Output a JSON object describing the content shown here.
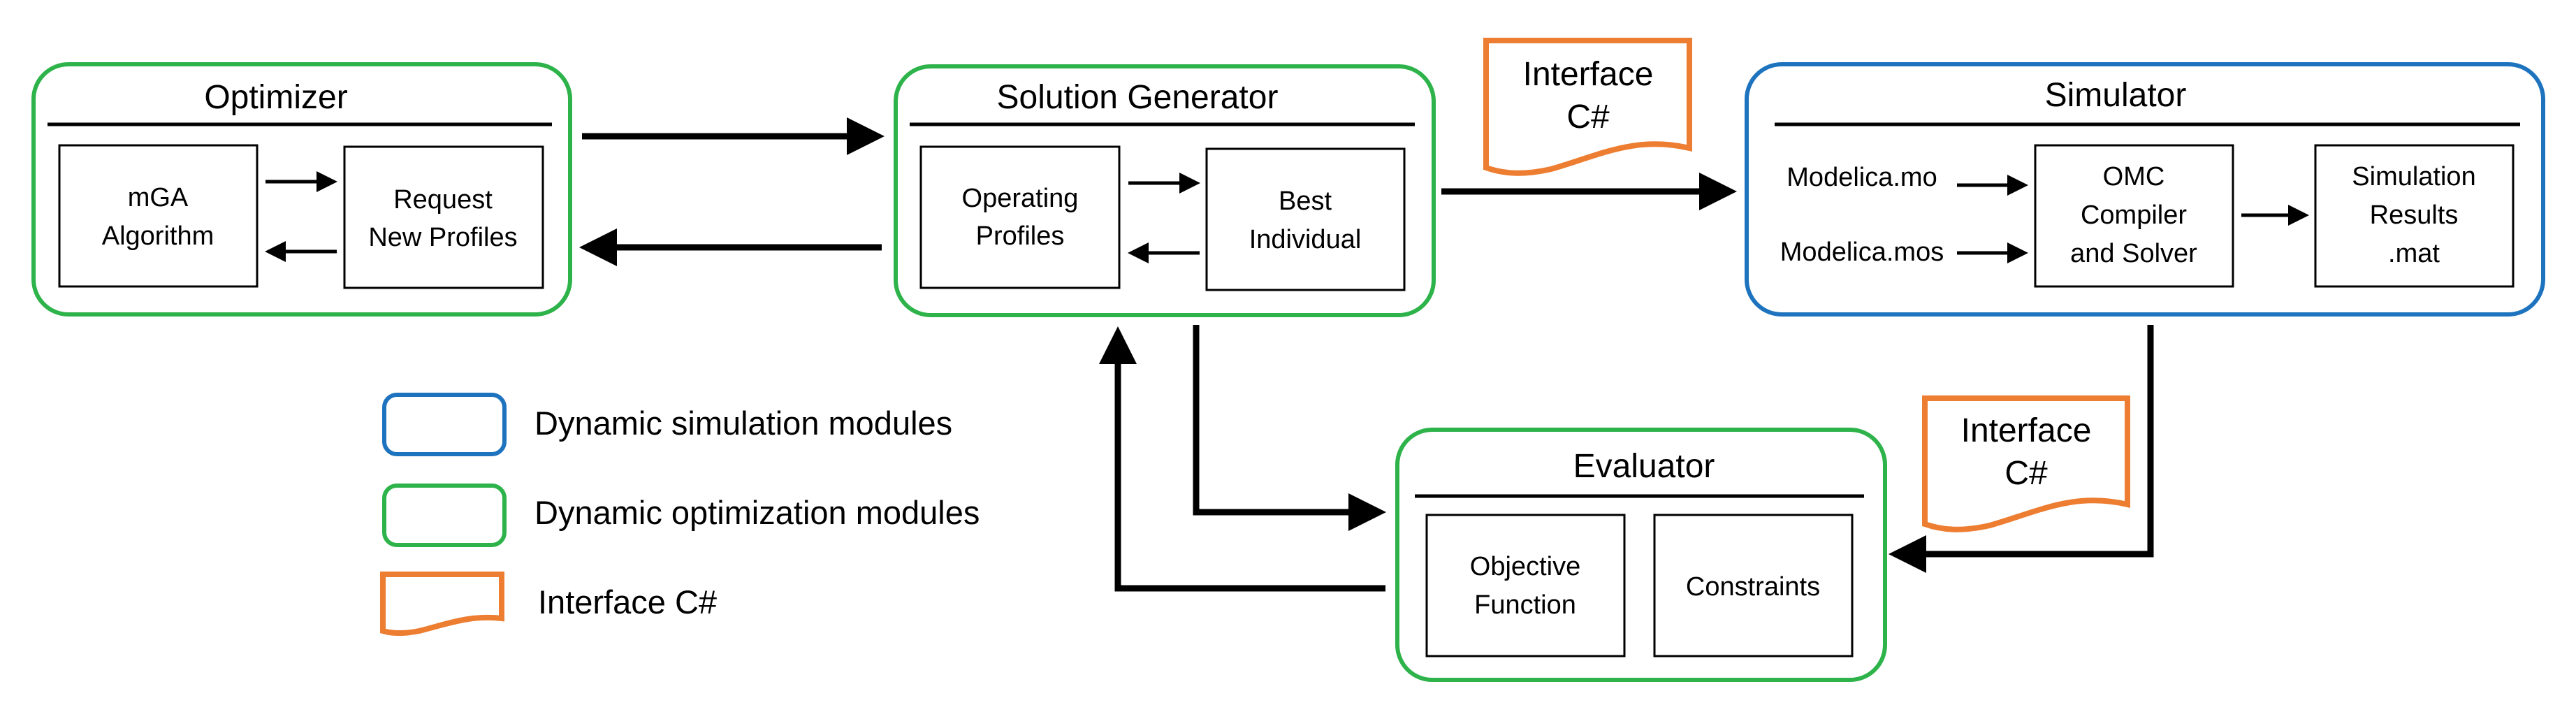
{
  "colors": {
    "simulation_module": "#1e73be",
    "optimization_module": "#2db34a",
    "interface": "#ed7d31",
    "arrow": "#000000"
  },
  "optimizer": {
    "title": "Optimizer",
    "mga_line1": "mGA",
    "mga_line2": "Algorithm",
    "request_line1": "Request",
    "request_line2": "New Profiles"
  },
  "solution_generator": {
    "title": "Solution Generator",
    "operating_line1": "Operating",
    "operating_line2": "Profiles",
    "best_line1": "Best",
    "best_line2": "Individual"
  },
  "interface_top": {
    "line1": "Interface",
    "line2": "C#"
  },
  "simulator": {
    "title": "Simulator",
    "input_mo": "Modelica.mo",
    "input_mos": "Modelica.mos",
    "omc_line1": "OMC",
    "omc_line2": "Compiler",
    "omc_line3": "and Solver",
    "results_line1": "Simulation",
    "results_line2": "Results",
    "results_line3": ".mat"
  },
  "interface_right": {
    "line1": "Interface",
    "line2": "C#"
  },
  "evaluator": {
    "title": "Evaluator",
    "objective_line1": "Objective",
    "objective_line2": "Function",
    "constraints": "Constraints"
  },
  "legend": {
    "simulation": "Dynamic simulation modules",
    "optimization": "Dynamic optimization modules",
    "interface": "Interface C#"
  }
}
